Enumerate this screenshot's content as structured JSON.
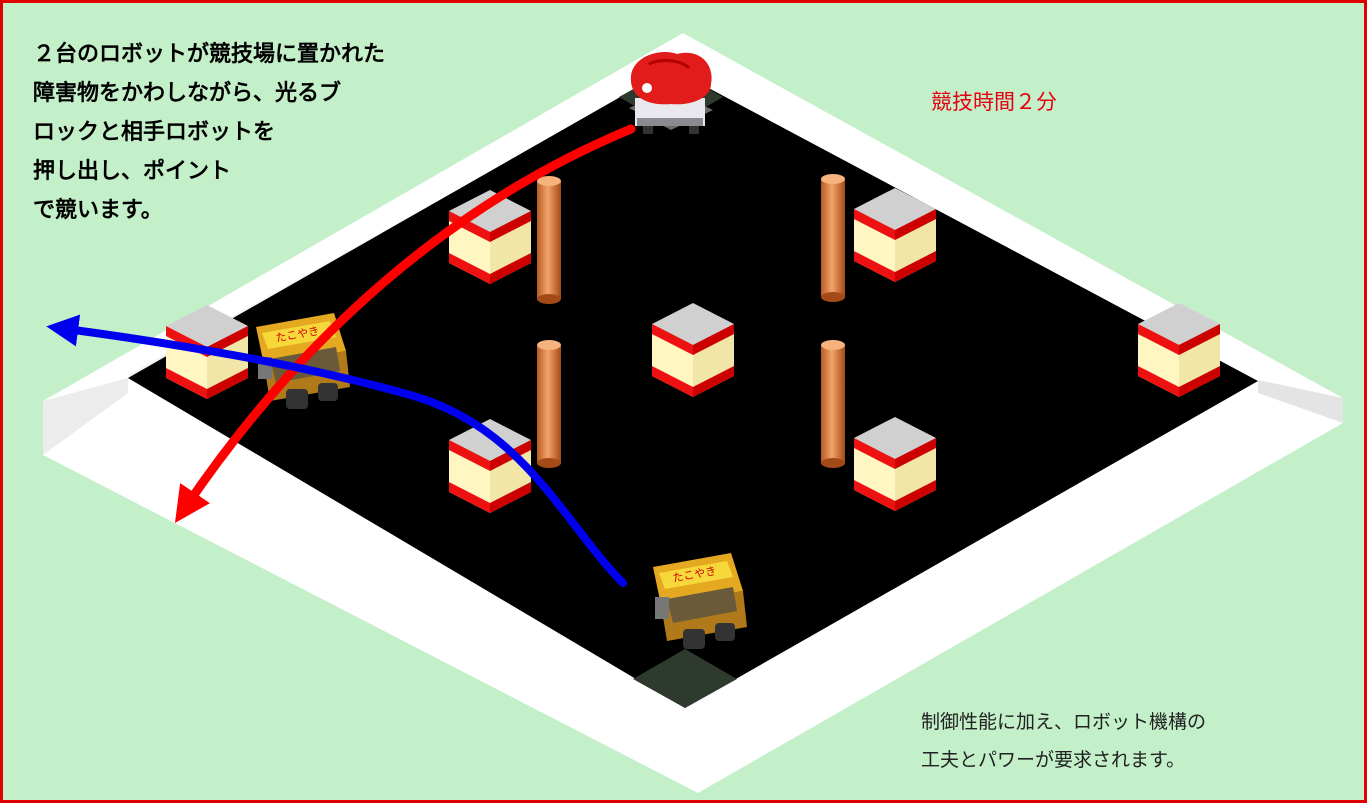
{
  "description_lines": [
    "２台のロボットが競技場に置かれた",
    "障害物をかわしながら、光るブ",
    "ロックと相手ロボットを",
    "押し出し、ポイント",
    "で競います。"
  ],
  "match_time": "競技時間２分",
  "footer_lines": [
    "制御性能に加え、ロボット機構の",
    "工夫とパワーが要求されます。"
  ],
  "robot_top_label": "",
  "robot_left_label": "たこやき",
  "robot_bottom_label": "たこやき",
  "colors": {
    "border": "#e00000",
    "background": "#c3efc9",
    "field": "#000000",
    "arrow_red": "#ff0000",
    "arrow_blue": "#0000ee",
    "time_text": "#e60012",
    "pillar": "#e8894a",
    "block_top": "#d0d0d0",
    "block_side": "#fff6c2",
    "block_band": "#ee1111",
    "robot_body": "#e5a821"
  }
}
